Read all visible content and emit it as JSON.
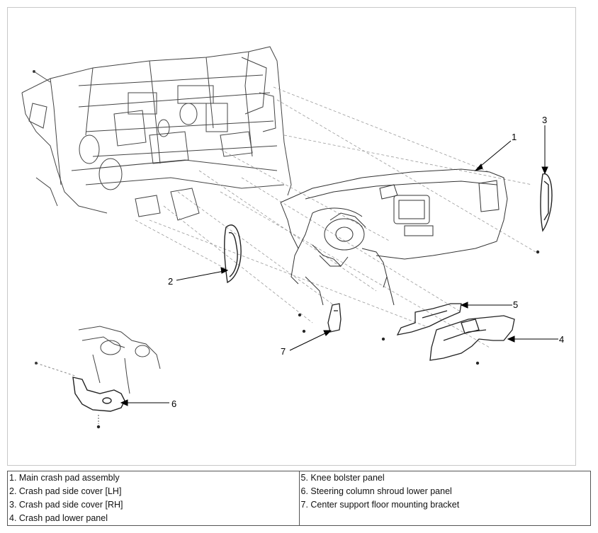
{
  "callouts": {
    "n1": "1",
    "n2": "2",
    "n3": "3",
    "n4": "4",
    "n5": "5",
    "n6": "6",
    "n7": "7"
  },
  "legend": {
    "left": [
      "1. Main crash pad assembly",
      "2. Crash pad side cover [LH]",
      "3. Crash pad side cover [RH]",
      "4. Crash pad lower panel"
    ],
    "right": [
      "5. Knee bolster panel",
      "6. Steering column shroud lower panel",
      "7. Center support floor mounting bracket"
    ]
  }
}
